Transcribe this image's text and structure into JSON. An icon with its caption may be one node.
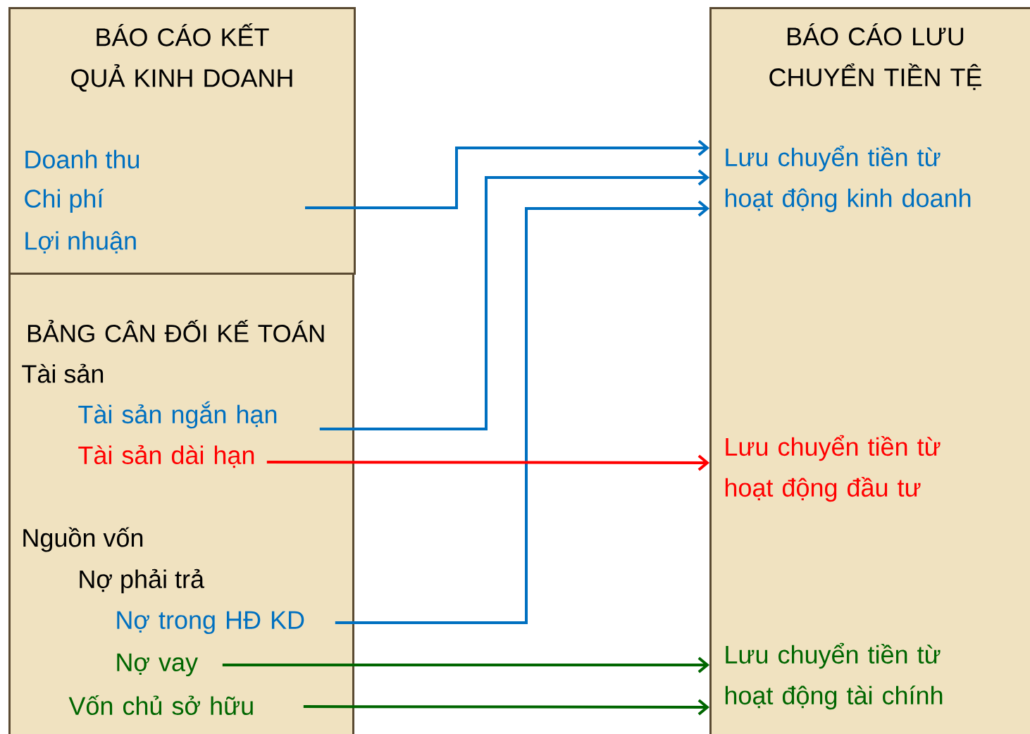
{
  "diagram": {
    "nodes": [
      {
        "text": [
          "BÁO CÁO KẾT QUẢ KINH DOANH"
        ]
      },
      {
        "text": [
          "Doanh thu"
        ],
        "in": 0
      },
      {
        "text": [
          "Chi phí"
        ],
        "in": 0
      },
      {
        "text": [
          "Lợi nhuận"
        ],
        "in": 0
      },
      {
        "text": [
          "BẢNG CÂN ĐỐI KẾ TOÁN"
        ]
      },
      {
        "text": [
          "Tài sản"
        ],
        "in": 4
      },
      {
        "text": [
          "Tài sản ngắn hạn"
        ],
        "in": 4
      },
      {
        "text": [
          "Tài sản dài hạn"
        ],
        "in": 4
      },
      {
        "text": [
          "Nguồn vốn"
        ],
        "in": 4
      },
      {
        "text": [
          "Nợ phải trả"
        ],
        "in": 4
      },
      {
        "text": [
          "Nợ trong HĐ KD"
        ],
        "in": 4
      },
      {
        "text": [
          "Nợ vay"
        ],
        "in": 4
      },
      {
        "text": [
          "Vốn chủ sở hữu"
        ],
        "in": 4
      },
      {
        "text": [
          "BÁO CÁO LƯU CHUYỂN TIỀN TỆ"
        ]
      },
      {
        "text": [
          "Lưu chuyển tiền từ hoạt động kinh doanh"
        ],
        "in": 13
      },
      {
        "text": [
          "Lưu chuyển tiền từ hoạt động đầu tư"
        ],
        "in": 13
      },
      {
        "text": [
          "Lưu chuyển tiền từ hoạt động tài chính"
        ],
        "in": 13
      }
    ],
    "edges": [
      {
        "from": 0,
        "to": 14,
        "arrow": "to",
        "color": "#0070c0"
      },
      {
        "from": 6,
        "to": 14,
        "arrow": "to",
        "color": "#0070c0"
      },
      {
        "from": 10,
        "to": 14,
        "arrow": "to",
        "color": "#0070c0"
      },
      {
        "from": 7,
        "to": 15,
        "arrow": "to",
        "color": "#ff0000"
      },
      {
        "from": 11,
        "to": 16,
        "arrow": "to",
        "color": "#006600"
      },
      {
        "from": 12,
        "to": 16,
        "arrow": "to",
        "color": "#006600"
      }
    ]
  }
}
